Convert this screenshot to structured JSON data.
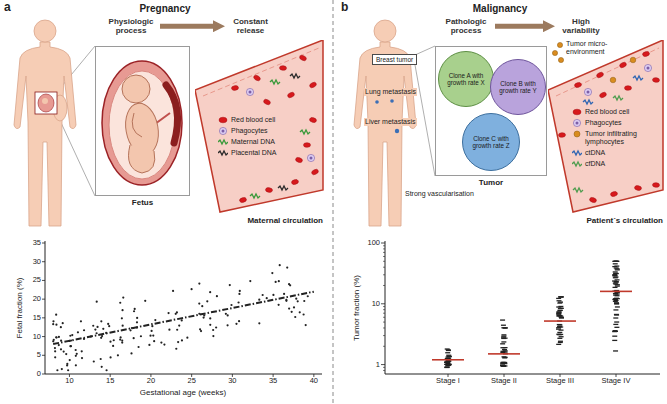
{
  "diagram": {
    "nodes": [
      {
        "text": [
          "Physiologic process"
        ]
      },
      {
        "text": [
          "Constant release"
        ]
      },
      {
        "text": [
          "Fetus"
        ]
      },
      {
        "text": [
          "Maternal circulation"
        ]
      },
      {
        "text": [
          "Breast tumor"
        ]
      },
      {
        "text": [
          "Pathologic process"
        ]
      },
      {
        "text": [
          "High variability"
        ]
      },
      {
        "text": [
          "Tumor"
        ]
      },
      {
        "text": [
          "Clone A with growth rate X"
        ],
        "in": 7
      },
      {
        "text": [
          "Clone B with growth rate Y"
        ],
        "in": 7
      },
      {
        "text": [
          "Clone C with growth rate Z"
        ],
        "in": 7
      },
      {
        "text": [
          "Patient´s circulation"
        ]
      }
    ],
    "edges": [
      {
        "from": 0,
        "to": 1,
        "arrow": "to"
      },
      {
        "from": 5,
        "to": 6,
        "arrow": "to"
      }
    ],
    "labels": [
      "a",
      "Pregnancy",
      "Fetal fraction (%)",
      "0",
      "5",
      "10",
      "15",
      "20",
      "25",
      "30",
      "35",
      "10",
      "15",
      "20",
      "25",
      "30",
      "35",
      "40",
      "Gestational age (weeks)",
      "b",
      "Malignancy",
      "Lung metastasis",
      "Liver metastasis",
      "Tumor micro-environment",
      "Strong vascularisation",
      "Tumor fraction (%)",
      "1",
      "10",
      "100",
      "Stage I",
      "Stage II",
      "Stage III",
      "Stage IV"
    ],
    "legend": [
      {
        "text": "Red blood cell",
        "color": "#d7191c"
      },
      {
        "text": "Phagocytes"
      },
      {
        "text": "Maternal DNA"
      },
      {
        "text": "Placental DNA"
      },
      {
        "text": "Red blood cell",
        "color": "#d7191c"
      },
      {
        "text": "Phagocytes"
      },
      {
        "text": "Tumor infiltrating lymphocytes",
        "color": "#d98c1f"
      },
      {
        "text": "ctDNA"
      },
      {
        "text": "cfDNA"
      }
    ]
  }
}
